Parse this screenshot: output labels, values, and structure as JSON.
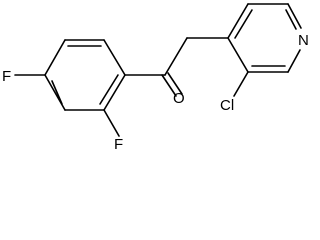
{
  "molecule": {
    "atoms": {
      "fluorine_para": "F",
      "fluorine_ortho": "F",
      "carbonyl_oxygen": "O",
      "chlorine": "Cl",
      "pyridine_nitrogen": "N"
    }
  },
  "colors": {
    "bond": "#000000",
    "label": "#000000",
    "background": "#ffffff"
  }
}
